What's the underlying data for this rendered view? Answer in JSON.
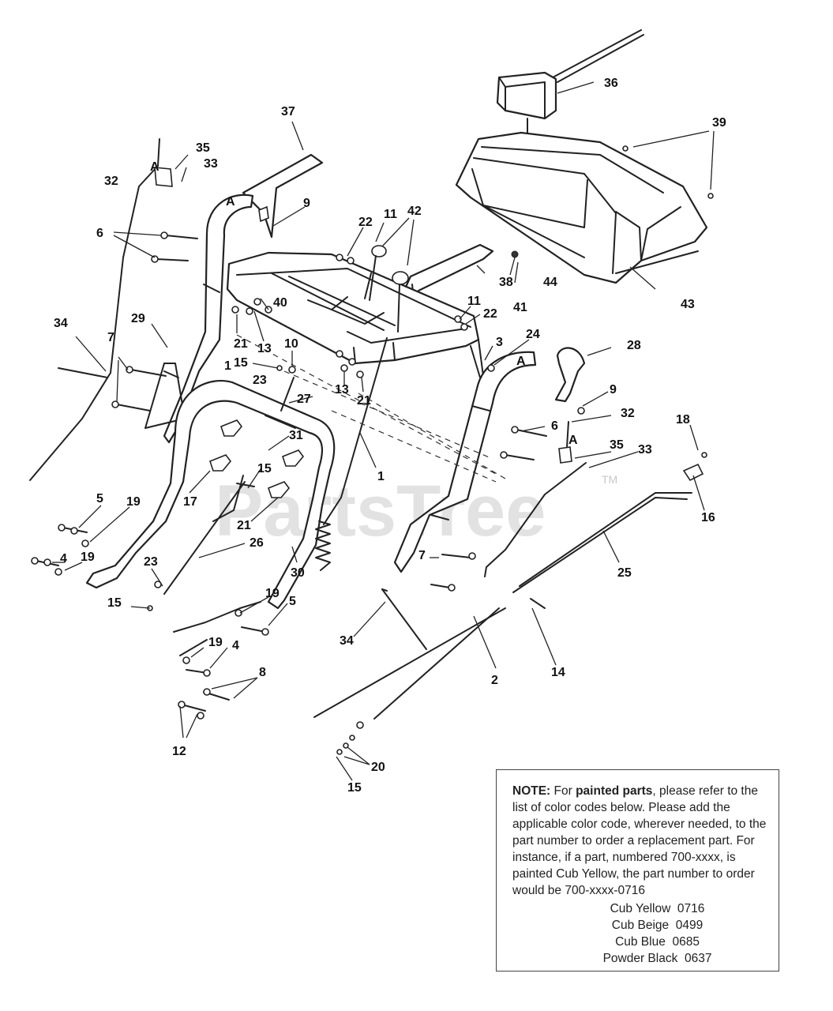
{
  "callouts": [
    {
      "id": "c37",
      "text": "37"
    },
    {
      "id": "c36",
      "text": "36"
    },
    {
      "id": "c39",
      "text": "39"
    },
    {
      "id": "c35a",
      "text": "35"
    },
    {
      "id": "c32a",
      "text": "32"
    },
    {
      "id": "c33a",
      "text": "33"
    },
    {
      "id": "cA1",
      "text": "A"
    },
    {
      "id": "cA2",
      "text": "A"
    },
    {
      "id": "cA3",
      "text": "A"
    },
    {
      "id": "cA4",
      "text": "A"
    },
    {
      "id": "c9a",
      "text": "9"
    },
    {
      "id": "c22a",
      "text": "22"
    },
    {
      "id": "c11a",
      "text": "11"
    },
    {
      "id": "c42",
      "text": "42"
    },
    {
      "id": "c6a",
      "text": "6"
    },
    {
      "id": "c38",
      "text": "38"
    },
    {
      "id": "c44",
      "text": "44"
    },
    {
      "id": "c41",
      "text": "41"
    },
    {
      "id": "c43",
      "text": "43"
    },
    {
      "id": "c11b",
      "text": "11"
    },
    {
      "id": "c22b",
      "text": "22"
    },
    {
      "id": "c40",
      "text": "40"
    },
    {
      "id": "c34a",
      "text": "34"
    },
    {
      "id": "c29",
      "text": "29"
    },
    {
      "id": "c21a",
      "text": "21"
    },
    {
      "id": "c13a",
      "text": "13"
    },
    {
      "id": "c10",
      "text": "10"
    },
    {
      "id": "c3",
      "text": "3"
    },
    {
      "id": "c24",
      "text": "24"
    },
    {
      "id": "c28",
      "text": "28"
    },
    {
      "id": "c7a",
      "text": "7"
    },
    {
      "id": "c1a",
      "text": "1"
    },
    {
      "id": "c15a",
      "text": "15"
    },
    {
      "id": "c23a",
      "text": "23"
    },
    {
      "id": "c13b",
      "text": "13"
    },
    {
      "id": "c21b",
      "text": "21"
    },
    {
      "id": "c27",
      "text": "27"
    },
    {
      "id": "c9b",
      "text": "9"
    },
    {
      "id": "c32b",
      "text": "32"
    },
    {
      "id": "c6b",
      "text": "6"
    },
    {
      "id": "c35b",
      "text": "35"
    },
    {
      "id": "c33b",
      "text": "33"
    },
    {
      "id": "c18",
      "text": "18"
    },
    {
      "id": "c31",
      "text": "31"
    },
    {
      "id": "c15b",
      "text": "15"
    },
    {
      "id": "c17",
      "text": "17"
    },
    {
      "id": "c1b",
      "text": "1"
    },
    {
      "id": "c16",
      "text": "16"
    },
    {
      "id": "c5a",
      "text": "5"
    },
    {
      "id": "c19a",
      "text": "19"
    },
    {
      "id": "c21c",
      "text": "21"
    },
    {
      "id": "c26",
      "text": "26"
    },
    {
      "id": "c30",
      "text": "30"
    },
    {
      "id": "c25",
      "text": "25"
    },
    {
      "id": "c4a",
      "text": "4"
    },
    {
      "id": "c19b",
      "text": "19"
    },
    {
      "id": "c23b",
      "text": "23"
    },
    {
      "id": "c7b",
      "text": "7"
    },
    {
      "id": "c15c",
      "text": "15"
    },
    {
      "id": "c19c",
      "text": "19"
    },
    {
      "id": "c5b",
      "text": "5"
    },
    {
      "id": "c34b",
      "text": "34"
    },
    {
      "id": "c19d",
      "text": "19"
    },
    {
      "id": "c4b",
      "text": "4"
    },
    {
      "id": "c2",
      "text": "2"
    },
    {
      "id": "c14",
      "text": "14"
    },
    {
      "id": "c8",
      "text": "8"
    },
    {
      "id": "c12",
      "text": "12"
    },
    {
      "id": "c20",
      "text": "20"
    },
    {
      "id": "c15d",
      "text": "15"
    }
  ],
  "watermark": {
    "text": "PartsTree",
    "tm": "TM"
  },
  "note": {
    "label": "NOTE:",
    "intro": "For",
    "bold_term": "painted parts",
    "body": ", please refer to the list of color codes below. Please add the applicable color code, wherever needed, to the part number to order a replacement part. For instance, if a part, numbered 700-xxxx, is painted Cub Yellow, the part number to order would be 700-xxxx-0716",
    "codes": [
      {
        "name": "Cub Yellow",
        "code": "0716"
      },
      {
        "name": "Cub Beige",
        "code": "0499"
      },
      {
        "name": "Cub Blue",
        "code": "0685"
      },
      {
        "name": "Powder Black",
        "code": "0637"
      }
    ]
  }
}
